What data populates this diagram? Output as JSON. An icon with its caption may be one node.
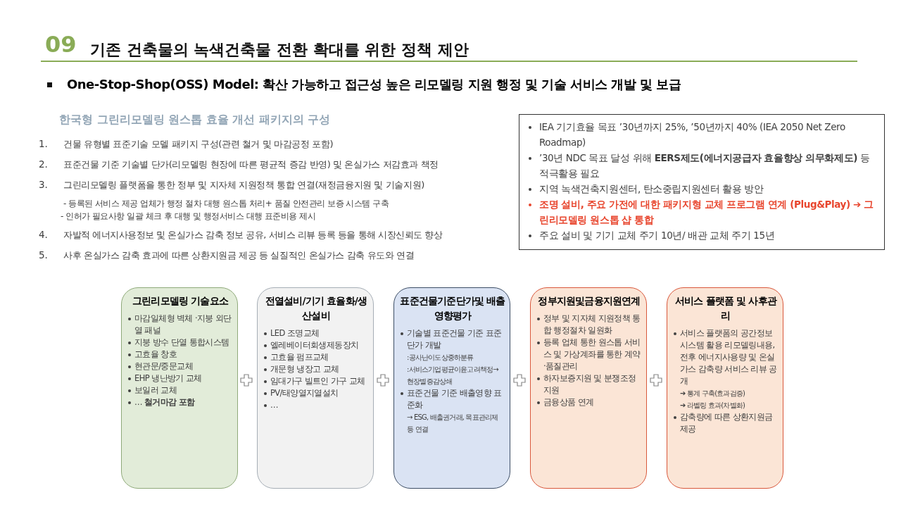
{
  "diagram": {
    "title": "기존 건축물의 녹색건축물 전환 확대를 위한 정책 제안",
    "nodes": [
      {
        "text": [
          "IEA 기기효율 목표 ’30년까지 25%, ’50년까지 40% (IEA 2050 Net Zero Roadmap)",
          "’30년 NDC 목표 달성 위해 **EERS제도(에너지공급자 효율향상 의무화제도)** 등 적극활용 필요",
          "지역 녹색건축지원센터, 탄소중립지원센터 활용 방안",
          "조명 설비, 주요 가전에 대한 패키지형 교체 프로그램 연계 (Plug&Play) ➔ 그린리모델링 원스톱 샵 통합",
          "주요 설비 및 기기 교체 주기 10년/ 배관 교체 주기 15년"
        ]
      },
      {
        "text": [
          "그린리모델링 기술요소",
          "마감일체형 벽체 ·지붕 외단열 패널",
          "지붕 방수 단열 통합시스템",
          "고효율 창호",
          "현관문/중문교체",
          "EHP 냉난방기 교체",
          "보일러 교체",
          "… **철거마감 포함**"
        ]
      },
      {
        "text": [
          "전열설비/기기 효율화/생산설비",
          "LED 조명교체",
          "엘레베이터회생제동장치",
          "고효율 펌프교체",
          "개문형 냉장고 교체",
          "임대가구 빌트인 가구 교체",
          "PV/태양열지열설치",
          "…"
        ]
      },
      {
        "text": [
          "표준건물기준단가및 배출영향평가",
          "기술별 표준건물 기준 표준단가 개발",
          ":공사난이도상중하분류",
          ":서비스기업평균이윤고려책정→ 현장별증감상쇄",
          "표준건물 기준 배출영향 표준화",
          "→ ESG, 배출권거래, 목표관리제 등 연결"
        ]
      },
      {
        "text": [
          "정부지원및금융지원연계",
          "정부 및 지자체 지원정책 통합 행정절차 일원화",
          "등록 업체 통한 원스톱 서비스 및 가상계좌를 통한 계약 ·품질관리",
          "하자보증지원 및 분쟁조정지원",
          "금융상품 연계"
        ]
      },
      {
        "text": [
          "서비스 플랫폼 및 사후관리",
          "서비스 플랫폼의 공간정보 시스템 활용 리모델링내용, 전후 에너지사용량 및 온실가스 감축량 서비스 리뷰 공개",
          "➔ 통계 구축(효과검증)",
          "➔ 라벨링 효과(차별화)",
          "감축량에 따른 상환지원금 제공"
        ]
      }
    ],
    "labels": [
      "09",
      "One-Stop-Shop(OSS) Model: 확산 가능하고 접근성 높은 리모델링 지원 행정 및 기술 서비스 개발 및 보급",
      "한국형 그린리모델링 원스톱 효율 개선 패키지의 구성",
      "1.",
      "건물 유형별 표준기술 모델 패키지 구성(관련 철거 및 마감공정 포함)",
      "2.",
      "표준건물 기준 기술별 단가(리모델링 현장에 따른 평균적 증감 반영) 및 온실가스 저감효과 책정",
      "3.",
      "그린리모델링 플랫폼을 통한 정부 및 지자체 지원정책 통합 연결(재정금융지원 및 기술지원)",
      "- 등록된 서비스 제공 업체가 행정 절차 대행 원스톱 처리+ 품질 안전관리 보증 시스템 구축",
      "- 인허가 필요사항 일괄 체크 후 대행 및 행정서비스 대행 표준비용 제시",
      "4.",
      "자발적 에너지사용정보 및 온실가스 감축 정보 공유, 서비스 리뷰 등록 등을 통해 시장신뢰도 향상",
      "5.",
      "사후 온실가스 감축 효과에 따른 상환지원금 제공 등 실질적인 온실가스 감축 유도와 연결"
    ]
  }
}
